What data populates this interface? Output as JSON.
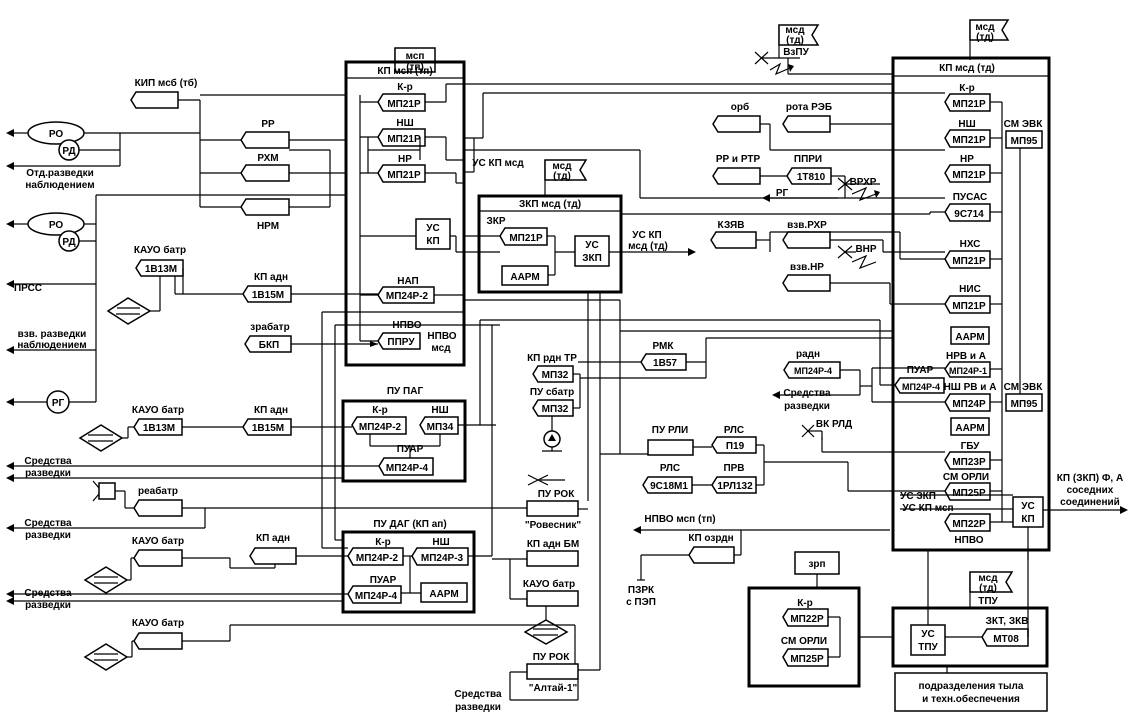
{
  "flags": {
    "msp_tp": [
      "мсп",
      "(тп)"
    ],
    "msd_td_top": [
      "мсд",
      "(тд)"
    ],
    "msd_td_vzpu": [
      "мсд",
      "(тд)"
    ],
    "vzpu": "ВзПУ",
    "msd_td_zkp": [
      "мсд",
      "(тд)"
    ],
    "msd_td_tpu": [
      "мсд",
      "(тд)"
    ],
    "tpu": "ТПУ"
  },
  "kp_msp": {
    "title": "КП мсп (тп)",
    "kr": "К-р",
    "kr_dev": "МП21Р",
    "nsh": "НШ",
    "nsh_dev": "МП21Р",
    "nr": "НР",
    "nr_dev": "МП21Р",
    "us_kp": [
      "УС",
      "КП"
    ],
    "nap": "НАП",
    "nap_dev": "МП24Р-2",
    "npvo": "НПВО",
    "npvo_dev": "ППРУ",
    "npvo_msd": [
      "НПВО",
      "мсд"
    ]
  },
  "kp_msd": {
    "title": "КП мсд (тд)",
    "kr": "К-р",
    "kr_dev": "МП21Р",
    "nsh": "НШ",
    "nsh_dev": "МП21Р",
    "sm_evk": "СМ ЭВК",
    "sm_evk_dev": "МП95",
    "nr": "НР",
    "nr_dev": "МП21Р",
    "pusas": "ПУСАС",
    "pusas_dev": "9С714",
    "nhs": "НХС",
    "nhs_dev": "МП21Р",
    "nis": "НИС",
    "nis_dev": "МП21Р",
    "aarm": "ААРМ",
    "nrv_a": "НРВ и А",
    "nrv_dev": "МП24Р-1",
    "puar": "ПУАР",
    "puar_dev": "МП24Р-4",
    "nsh_rv": "НШ РВ и А",
    "nsh_rv_dev": "МП24Р",
    "sm_evk2": "СМ ЭВК",
    "sm_evk2_dev": "МП95",
    "aarm2": "ААРМ",
    "gbu": "ГБУ",
    "gbu_dev": "МП23Р",
    "sm_orli": "СМ ОРЛИ",
    "sm_orli_dev": "МП25Р",
    "us_zkp": "УС ЗКП",
    "us_kp_msp": "УС КП мсп",
    "npvo_dev": "МП22Р",
    "npvo": "НПВО",
    "us_kp": [
      "УС",
      "КП"
    ]
  },
  "zkp": {
    "title": "ЗКП мсд (тд)",
    "zkr": "ЗКР",
    "zkr_dev": "МП21Р",
    "us_zkp": [
      "УС",
      "ЗКП"
    ],
    "aarm": "ААРМ",
    "us_kp_msd": "УС КП мсд",
    "us_kp_msd_td": [
      "УС КП",
      "мсд (тд)"
    ]
  },
  "pu_pag": {
    "title": "ПУ ПАГ",
    "kr": "К-р",
    "kr_dev": "МП24Р-2",
    "nsh": "НШ",
    "nsh_dev": "МП34",
    "puar": "ПУАР",
    "puar_dev": "МП24Р-4"
  },
  "pu_dag": {
    "title": "ПУ ДАГ (КП ап)",
    "kr": "К-р",
    "kr_dev": "МП24Р-2",
    "nsh": "НШ",
    "nsh_dev": "МП24Р-3",
    "puar": "ПУАР",
    "puar_dev": "МП24Р-4",
    "aarm": "ААРМ"
  },
  "zrp": {
    "title": "зрп",
    "kr": "К-р",
    "kr_dev": "МП22Р",
    "sm_orli": "СМ ОРЛИ",
    "sm_orli_dev": "МП25Р"
  },
  "tpu": {
    "us_tpu": [
      "УС",
      "ТПУ"
    ],
    "zkt": "ЗКТ, ЗКВ",
    "zkt_dev": "МТ08",
    "podrazd": [
      "подразделения тыла",
      "и техн.обеспечения"
    ]
  },
  "left": {
    "kip": "КИП мсб (тб)",
    "rr": "РР",
    "rhm": "РХМ",
    "nrm": "НРМ",
    "ro1": "РО",
    "rd1": "РД",
    "otd_razv": [
      "Отд.разведки",
      "наблюдением"
    ],
    "ro2": "РО",
    "rd2": "РД",
    "kauo_batr1": "КАУО батр",
    "kauo_dev1": "1В13М",
    "kp_adn1": "КП адн",
    "kp_adn_dev1": "1В15М",
    "prss": "ПРСС",
    "zrabatr": "зрабатр",
    "bkp": "БКП",
    "vzv_razv": [
      "взв. разведки",
      "наблюдением"
    ],
    "rg": "РГ",
    "kauo_batr2": "КАУО батр",
    "kauo_dev2": "1В13М",
    "kp_adn2": "КП адн",
    "kp_adn_dev2": "1В15М",
    "sredstva1": [
      "Средства",
      "разведки"
    ],
    "reabatr": "реабатр",
    "sredstva2": [
      "Средства",
      "разведки"
    ],
    "kauo_batr3": "КАУО батр",
    "kp_adn3": "КП адн",
    "sredstva3": [
      "Средства",
      "разведки"
    ],
    "kauo_batr4": "КАУО батр"
  },
  "center": {
    "kp_rdn_tr": "КП рдн ТР",
    "kp_rdn_dev": "МП32",
    "pu_sbatr": "ПУ сбатр",
    "pu_sbatr_dev": "МП32",
    "rmk": "РМК",
    "rmk_dev": "1В57",
    "pu_rok": "ПУ РОК",
    "rovesnik": "\"Ровесник\"",
    "kp_adn_bm": "КП адн БМ",
    "kauo_batr": "КАУО батр",
    "pu_rok2": "ПУ РОК",
    "altai": "\"Алтай-1\"",
    "sredstva": [
      "Средства",
      "разведки"
    ],
    "npvo_msp": "НПВО мсп (тп)",
    "kp_ozrdn": "КП озрдн",
    "pzrk": [
      "ПЗРК",
      "с ПЭП"
    ]
  },
  "right_mid": {
    "orb": "орб",
    "rota_reb": "рота РЭБ",
    "rr_rtr": "РР и РТР",
    "ppri": "ППРИ",
    "ppri_dev": "1Т810",
    "rg": "РГ",
    "vrhr": "ВРХР",
    "kzyav": "КЗЯВ",
    "vzv_rhr": "взв.РХР",
    "vnr": "ВНР",
    "vzv_nr": "взв.НР",
    "radn": "радн",
    "radn_dev": "МП24Р-4",
    "sredstva": [
      "Средства",
      "разведки"
    ],
    "pu_rli": "ПУ РЛИ",
    "rls1": "РЛС",
    "rls1_dev": "П19",
    "rls2": "РЛС",
    "rls2_dev": "9С18М1",
    "prv": "ПРВ",
    "prv_dev": "1РЛ132",
    "vk_rld": "ВК РЛД",
    "kp_zkp": [
      "КП (ЗКП) Ф, А",
      "соседних",
      "соединений"
    ]
  }
}
